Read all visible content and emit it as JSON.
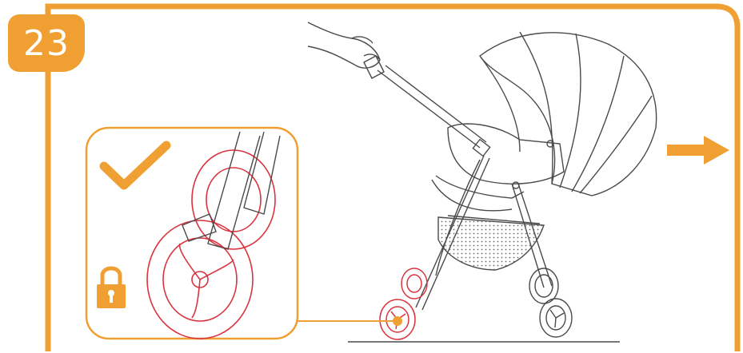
{
  "step": {
    "number": "23"
  },
  "colors": {
    "accent": "#f0a032",
    "wheel_highlight": "#d9343f",
    "line_art": "#4a4a4a",
    "background": "#ffffff"
  },
  "icons": {
    "check": "check-icon",
    "lock": "padlock-icon",
    "next": "arrow-right-icon"
  },
  "callout": {
    "status": "locked",
    "verdict": "correct"
  }
}
